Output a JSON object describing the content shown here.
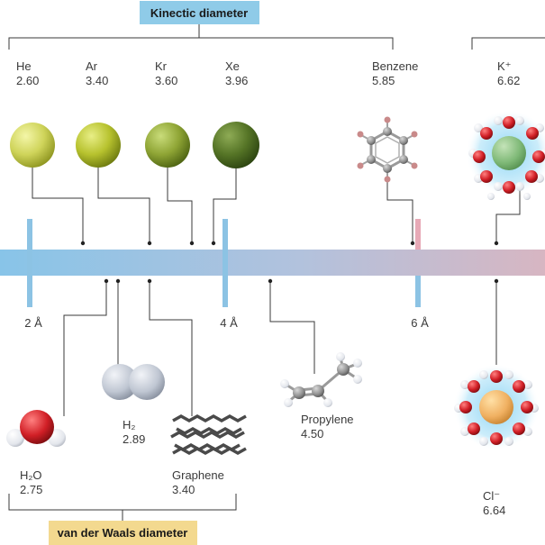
{
  "colors": {
    "kinetic_header_bg": "#8fcbe8",
    "vdw_header_bg": "#f3d98f",
    "axis_left": "#88c4e8",
    "axis_right": "#d7b6c2",
    "tick_blue": "#8cc3e4",
    "tick_pink": "#e7a9b6"
  },
  "kinetic": {
    "header": "Kinectic diameter",
    "items": [
      {
        "name": "He",
        "value": "2.60"
      },
      {
        "name": "Ar",
        "value": "3.40"
      },
      {
        "name": "Kr",
        "value": "3.60"
      },
      {
        "name": "Xe",
        "value": "3.96"
      },
      {
        "name": "Benzene",
        "value": "5.85"
      },
      {
        "name": "K⁺",
        "value": "6.62"
      }
    ]
  },
  "vdw": {
    "header": "van der Waals diameter",
    "items": [
      {
        "name": "H₂O",
        "value": "2.75"
      },
      {
        "name": "H₂",
        "value": "2.89"
      },
      {
        "name": "Graphene",
        "value": "3.40"
      },
      {
        "name": "Propylene",
        "value": "4.50"
      },
      {
        "name": "Cl⁻",
        "value": "6.64"
      }
    ]
  },
  "axis": {
    "ticks": [
      "2 Å",
      "4 Å",
      "6 Å"
    ]
  }
}
